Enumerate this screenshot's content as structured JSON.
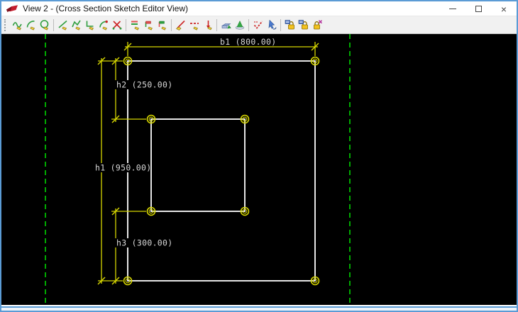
{
  "window": {
    "title": "View 2 - (Cross Section Sketch Editor View)",
    "controls": {
      "minimize": "Minimize",
      "maximize": "Maximize",
      "close": "Close"
    }
  },
  "toolbar": {
    "icons": [
      "spline-tool",
      "arc-tool",
      "circle-tool",
      "line-tool",
      "polyline-tool",
      "corner-tool",
      "arc-point-tool",
      "delete-segment-tool",
      "edge-bars-tool",
      "edge-flag-red-tool",
      "edge-flag-green-tool",
      "diagonal-measure-tool",
      "dashed-line-tool",
      "vertical-arrow-tool",
      "plotter-tool",
      "cone-tool",
      "check-sketch-tool",
      "pointer-tool",
      "lock-save-tool",
      "lock-save-alt-tool",
      "lock-delete-tool"
    ]
  },
  "sketch": {
    "dimensions": {
      "b1": {
        "name": "b1",
        "value": 800.0,
        "label": "b1 (800.00)"
      },
      "h2": {
        "name": "h2",
        "value": 250.0,
        "label": "h2 (250.00)"
      },
      "h1": {
        "name": "h1",
        "value": 950.0,
        "label": "h1 (950.00)"
      },
      "h3": {
        "name": "h3",
        "value": 300.0,
        "label": "h3 (300.00)"
      }
    },
    "colors": {
      "background": "#000000",
      "geometry": "#e6e6e6",
      "dimension": "#d6d600",
      "construction": "#00a800",
      "label_text": "#d9d9d9"
    }
  }
}
